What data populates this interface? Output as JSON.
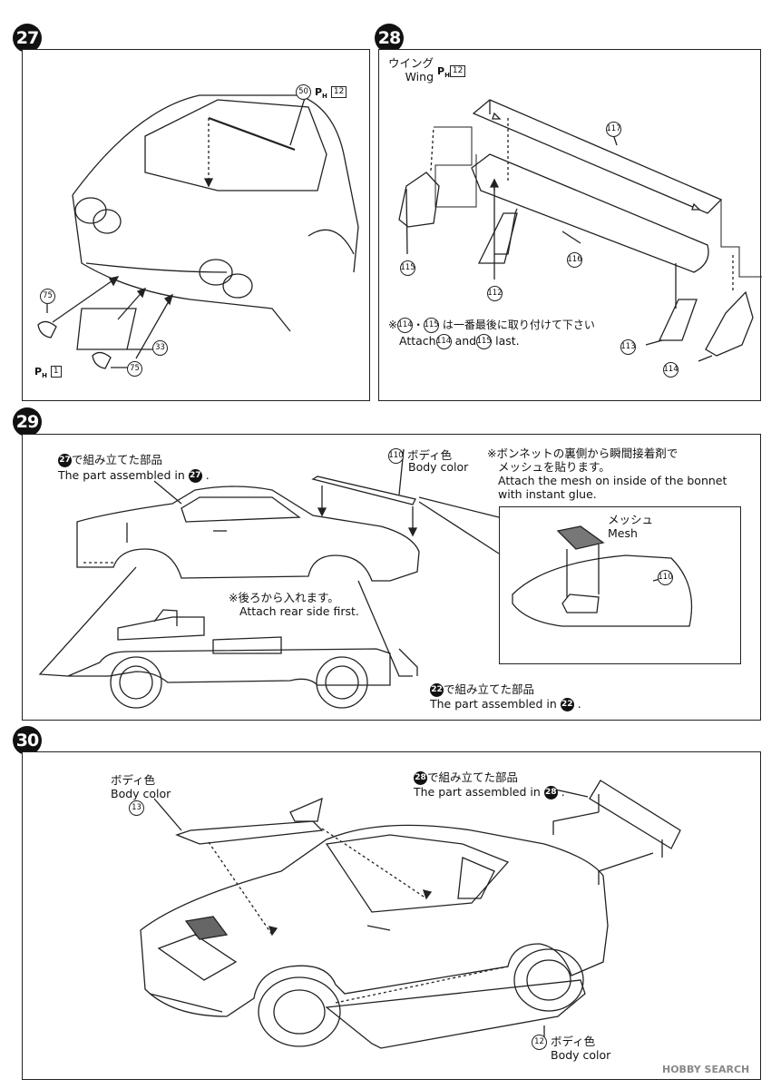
{
  "steps": {
    "s27": "27",
    "s28": "28",
    "s29": "29",
    "s30": "30"
  },
  "step27": {
    "part_50": "50",
    "ph_label": "P",
    "ph_sub": "H",
    "ph_num_12": "12",
    "part_75a": "75",
    "part_75b": "75",
    "part_33": "33",
    "ph_num_1": "1"
  },
  "step28": {
    "wing_jp": "ウイング",
    "wing_en": "Wing",
    "ph_num": "12",
    "part_117": "117",
    "part_115": "115",
    "part_116": "116",
    "part_112": "112",
    "part_113": "113",
    "part_114": "114",
    "note_prefix": "※",
    "note_114": "114",
    "note_dot": "・",
    "note_115": "115",
    "note_jp": "は一番最後に取り付けて下さい",
    "note_en_a": "Attach",
    "note_en_114": "114",
    "note_en_and": "and",
    "note_en_115": "115",
    "note_en_b": "last."
  },
  "step29": {
    "ref_27": "27",
    "assembled_jp": "で組み立てた部品",
    "assembled_en": "The part assembled in",
    "ref_27_en": "27",
    "part_110": "110",
    "body_color_jp": "ボディ色",
    "body_color_en": "Body color",
    "mesh_note_jp1": "※ボンネットの裏側から瞬間接着剤で",
    "mesh_note_jp2": "メッシュを貼ります。",
    "mesh_note_en1": "Attach the mesh on inside of the bonnet",
    "mesh_note_en2": "with instant glue.",
    "mesh_jp": "メッシュ",
    "mesh_en": "Mesh",
    "part_110b": "110",
    "rear_note_jp": "※後ろから入れます。",
    "rear_note_en": "Attach rear side first.",
    "ref_22": "22",
    "assembled22_jp": "で組み立てた部品",
    "assembled22_en": "The part assembled in",
    "ref_22_en": "22"
  },
  "step30": {
    "body_color_jp": "ボディ色",
    "body_color_en": "Body color",
    "part_13": "13",
    "ref_28": "28",
    "assembled_jp": "で組み立てた部品",
    "assembled_en": "The part assembled in",
    "ref_28_en": "28",
    "part_12": "12",
    "body_color_jp2": "ボディ色",
    "body_color_en2": "Body color"
  },
  "watermark": "HOBBY SEARCH"
}
